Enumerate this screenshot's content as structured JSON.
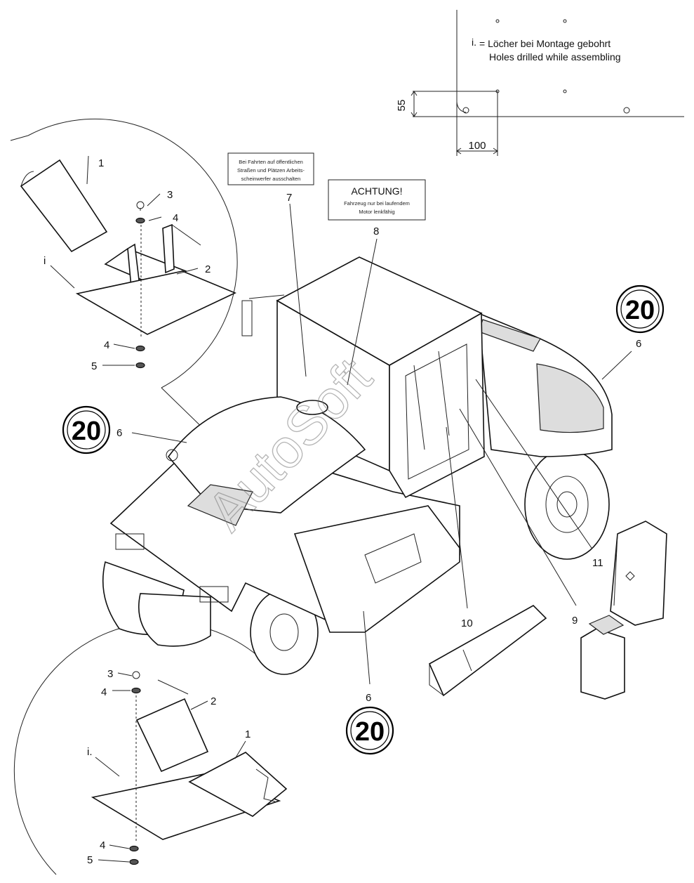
{
  "callouts": {
    "c1_top": "1",
    "c3_top": "3",
    "c4_top": "4",
    "c2_top": "2",
    "ci_top": "i",
    "c4b_top": "4",
    "c5_top": "5",
    "c6_left": "6",
    "c7": "7",
    "c8": "8",
    "c6_right": "6",
    "c11": "11",
    "c9": "9",
    "c10": "10",
    "c6_bottom": "6",
    "c3_bot": "3",
    "c4_bot": "4",
    "c2_bot": "2",
    "ci_bot": "i.",
    "c1_bot": "1",
    "c4b_bot": "4",
    "c5_bot": "5"
  },
  "speed_signs": {
    "left": "20",
    "right": "20",
    "bottom": "20"
  },
  "decal_7": {
    "line1": "Bei Fahrten auf öffentlichen",
    "line2": "Straßen und Plätzen Arbeits-",
    "line3": "scheinwerfer ausschalten"
  },
  "decal_8": {
    "title": "ACHTUNG!",
    "line1": "Fahrzeug nur bei laufendem",
    "line2": "Motor lenkfähig"
  },
  "hole_note": {
    "prefix": "i.",
    "line1": "= Löcher bei Montage gebohrt",
    "line2": "Holes drilled while assembling",
    "dim_vertical": "55",
    "dim_horizontal": "100"
  },
  "watermark": "AutoSoft"
}
